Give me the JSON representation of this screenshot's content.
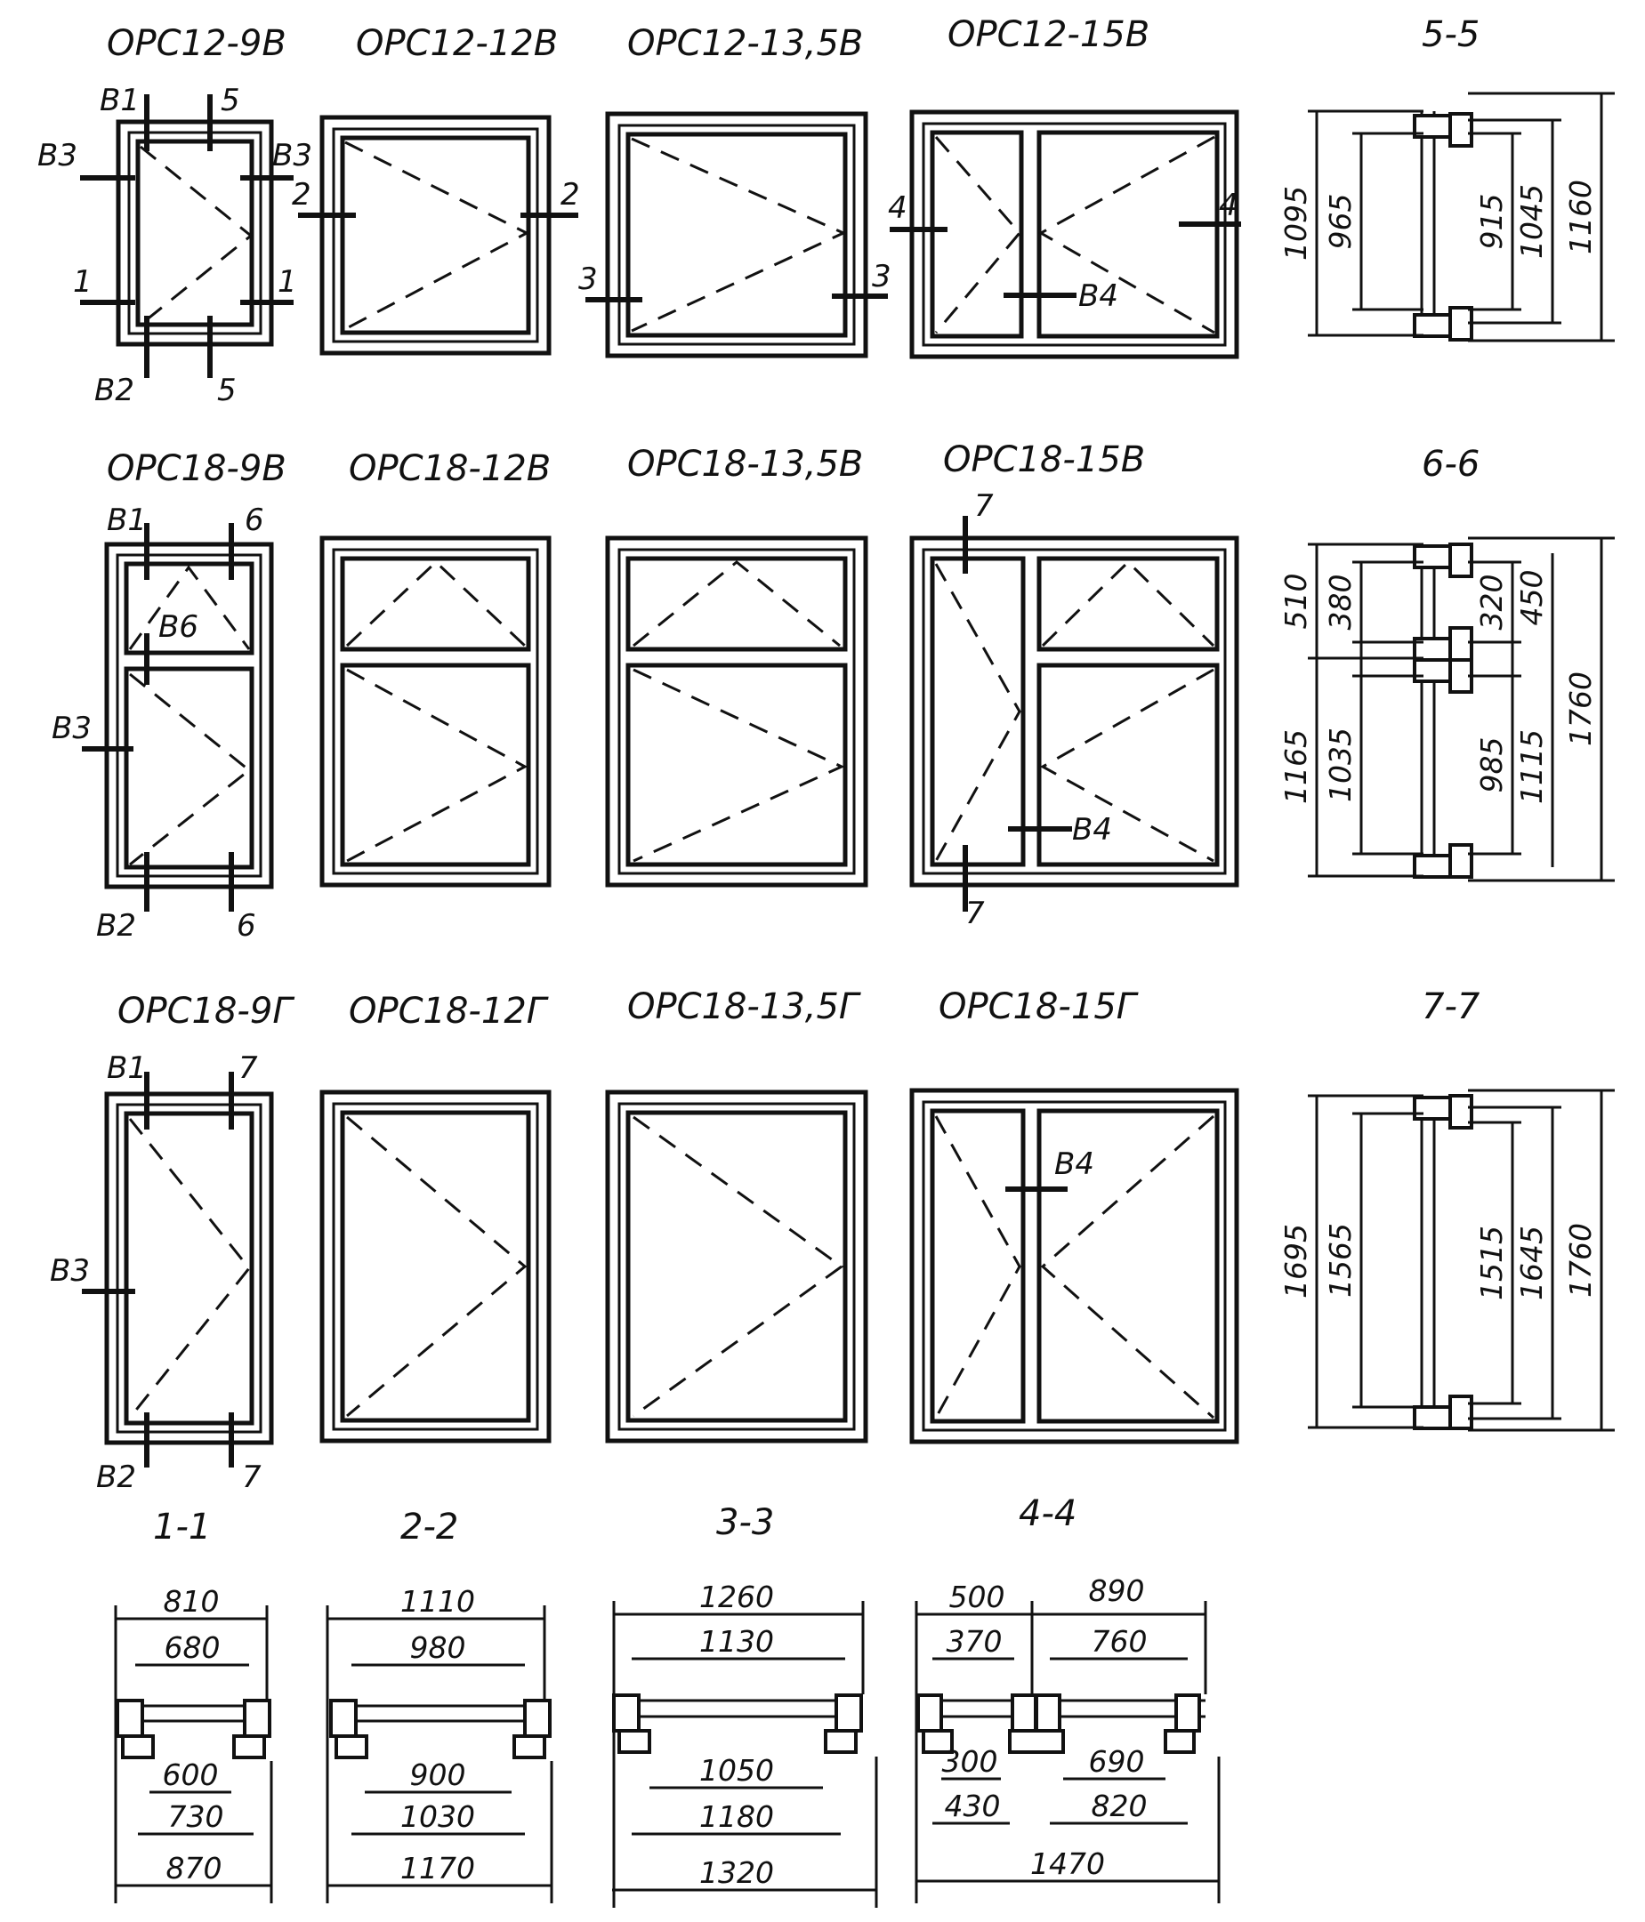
{
  "colors": {
    "ink": "#111111",
    "paper": "#ffffff"
  },
  "windows": {
    "r1": [
      "ОРС12-9В",
      "ОРС12-12В",
      "ОРС12-13,5В",
      "ОРС12-15В"
    ],
    "r2": [
      "ОРС18-9В",
      "ОРС18-12В",
      "ОРС18-13,5В",
      "ОРС18-15В"
    ],
    "r3": [
      "ОРС18-9Г",
      "ОРС18-12Г",
      "ОРС18-13,5Г",
      "ОРС18-15Г"
    ]
  },
  "marks": {
    "b1": "В1",
    "b2": "В2",
    "b3": "В3",
    "b4": "В4",
    "b6": "В6",
    "s1": "1",
    "s2": "2",
    "s3": "3",
    "s4": "4",
    "s5": "5",
    "s6": "6",
    "s7": "7"
  },
  "sections": {
    "s55": {
      "title": "5-5",
      "dims": [
        "1095",
        "965",
        "915",
        "1045",
        "1160"
      ]
    },
    "s66": {
      "title": "6-6",
      "dims": [
        "510",
        "380",
        "320",
        "450",
        "1165",
        "1035",
        "985",
        "1115",
        "1760"
      ]
    },
    "s77": {
      "title": "7-7",
      "dims": [
        "1695",
        "1565",
        "1515",
        "1645",
        "1760"
      ]
    },
    "s11": {
      "title": "1-1",
      "top": [
        "810",
        "680"
      ],
      "bottom": [
        "600",
        "730",
        "870"
      ]
    },
    "s22": {
      "title": "2-2",
      "top": [
        "1110",
        "980"
      ],
      "bottom": [
        "900",
        "1030",
        "1170"
      ]
    },
    "s33": {
      "title": "3-3",
      "top": [
        "1260",
        "1130"
      ],
      "bottom": [
        "1050",
        "1180",
        "1320"
      ]
    },
    "s44": {
      "title": "4-4",
      "top": [
        "500",
        "890",
        "370",
        "760"
      ],
      "bottom": [
        "300",
        "690",
        "430",
        "820",
        "1470"
      ]
    }
  }
}
